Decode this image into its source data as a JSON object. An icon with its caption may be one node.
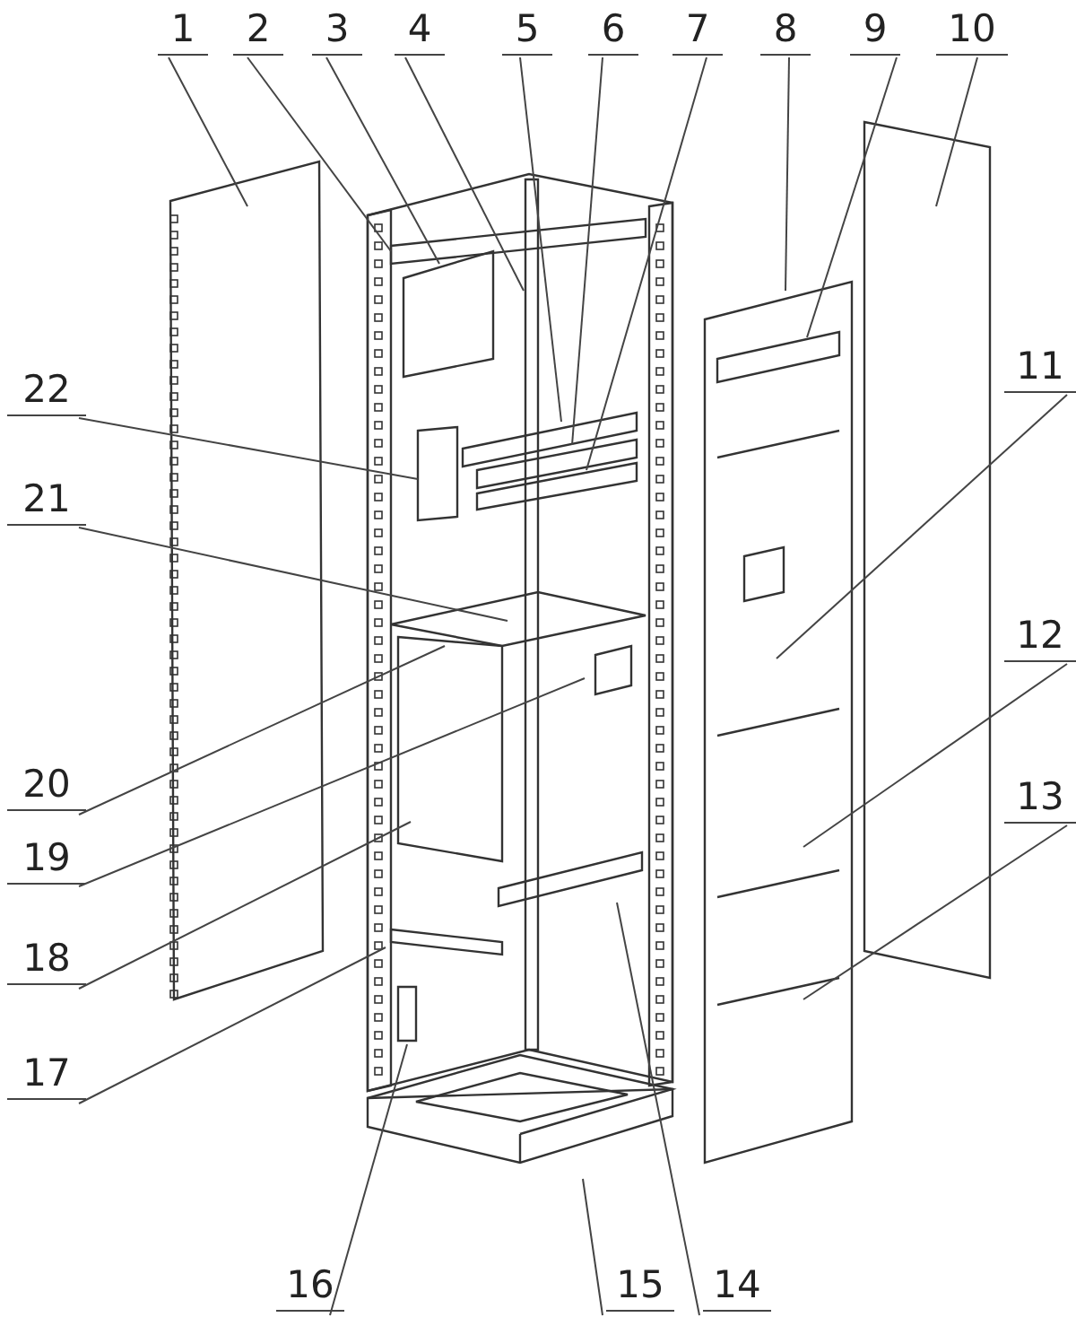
{
  "diagram": {
    "nodes": [
      {
        "text": [
          "1"
        ]
      },
      {
        "text": [
          "2"
        ]
      },
      {
        "text": [
          "3"
        ]
      },
      {
        "text": [
          "4"
        ]
      },
      {
        "text": [
          "5"
        ]
      },
      {
        "text": [
          "6"
        ]
      },
      {
        "text": [
          "7"
        ]
      },
      {
        "text": [
          "8"
        ]
      },
      {
        "text": [
          "9"
        ]
      },
      {
        "text": [
          "10"
        ]
      },
      {
        "text": [
          "11"
        ]
      },
      {
        "text": [
          "22"
        ]
      },
      {
        "text": [
          "21"
        ]
      },
      {
        "text": [
          "12"
        ]
      },
      {
        "text": [
          "20"
        ]
      },
      {
        "text": [
          "13"
        ]
      },
      {
        "text": [
          "19"
        ]
      },
      {
        "text": [
          "18"
        ]
      },
      {
        "text": [
          "17"
        ]
      },
      {
        "text": [
          "16"
        ]
      },
      {
        "text": [
          "15"
        ]
      },
      {
        "text": [
          "14"
        ]
      }
    ],
    "edges": [
      {
        "from": 0,
        "to": null,
        "arrow": "none"
      },
      {
        "from": 1,
        "to": null,
        "arrow": "none"
      },
      {
        "from": 2,
        "to": null,
        "arrow": "none"
      },
      {
        "from": 3,
        "to": null,
        "arrow": "none"
      },
      {
        "from": 4,
        "to": null,
        "arrow": "none"
      },
      {
        "from": 5,
        "to": null,
        "arrow": "none"
      },
      {
        "from": 6,
        "to": null,
        "arrow": "none"
      },
      {
        "from": 7,
        "to": null,
        "arrow": "none"
      },
      {
        "from": 8,
        "to": null,
        "arrow": "none"
      },
      {
        "from": 9,
        "to": null,
        "arrow": "none"
      },
      {
        "from": 10,
        "to": null,
        "arrow": "none"
      },
      {
        "from": 11,
        "to": null,
        "arrow": "none"
      },
      {
        "from": 12,
        "to": null,
        "arrow": "none"
      },
      {
        "from": 13,
        "to": null,
        "arrow": "none"
      },
      {
        "from": 14,
        "to": null,
        "arrow": "none"
      },
      {
        "from": 15,
        "to": null,
        "arrow": "none"
      },
      {
        "from": 16,
        "to": null,
        "arrow": "none"
      },
      {
        "from": 17,
        "to": null,
        "arrow": "none"
      },
      {
        "from": 18,
        "to": null,
        "arrow": "none"
      },
      {
        "from": 19,
        "to": null,
        "arrow": "none"
      },
      {
        "from": 20,
        "to": null,
        "arrow": "none"
      },
      {
        "from": 21,
        "to": null,
        "arrow": "none"
      }
    ]
  }
}
